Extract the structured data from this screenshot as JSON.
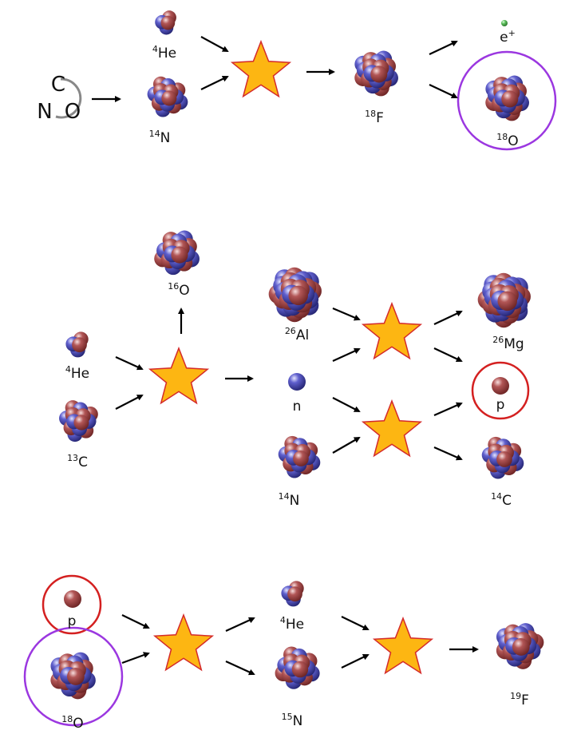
{
  "diagram": {
    "colors": {
      "proton": "#8e3a3a",
      "neutron": "#4848ae",
      "star_fill": "#fdb612",
      "star_stroke": "#d42a2a",
      "highlight_purple": "#9b37e0",
      "highlight_red": "#d42020",
      "positron": "#4fae4f",
      "arrow": "#000000"
    },
    "row1": {
      "cno_cycle": {
        "c": "C",
        "n": "N",
        "o": "O"
      },
      "he4": {
        "mass": "4",
        "symbol": "He"
      },
      "n14": {
        "mass": "14",
        "symbol": "N"
      },
      "f18": {
        "mass": "18",
        "symbol": "F"
      },
      "positron": {
        "symbol": "e",
        "charge": "+"
      },
      "o18": {
        "mass": "18",
        "symbol": "O"
      }
    },
    "row2": {
      "he4": {
        "mass": "4",
        "symbol": "He"
      },
      "c13": {
        "mass": "13",
        "symbol": "C"
      },
      "o16": {
        "mass": "16",
        "symbol": "O"
      },
      "al26": {
        "mass": "26",
        "symbol": "Al"
      },
      "neutron": {
        "symbol": "n"
      },
      "n14": {
        "mass": "14",
        "symbol": "N"
      },
      "mg26": {
        "mass": "26",
        "symbol": "Mg"
      },
      "proton": {
        "symbol": "p"
      },
      "c14": {
        "mass": "14",
        "symbol": "C"
      }
    },
    "row3": {
      "proton": {
        "symbol": "p"
      },
      "o18": {
        "mass": "18",
        "symbol": "O"
      },
      "he4": {
        "mass": "4",
        "symbol": "He"
      },
      "n15": {
        "mass": "15",
        "symbol": "N"
      },
      "f19": {
        "mass": "19",
        "symbol": "F"
      }
    }
  }
}
